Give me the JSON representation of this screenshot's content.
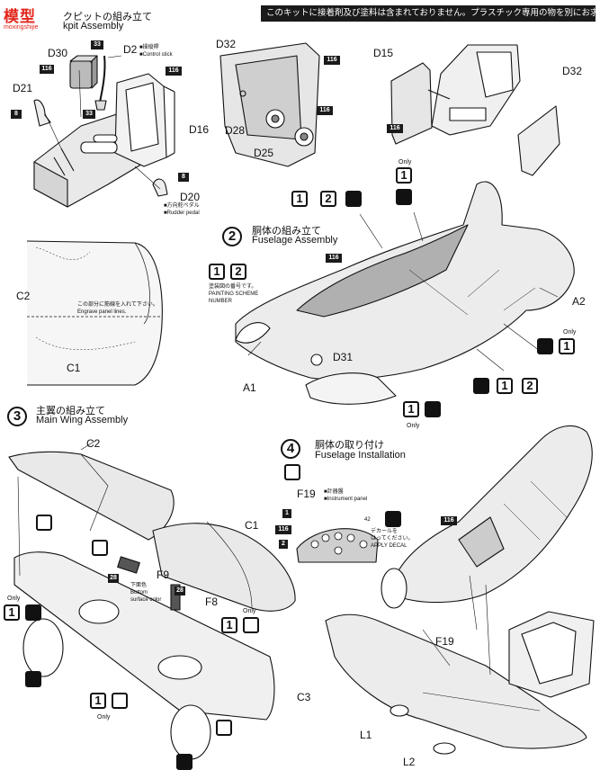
{
  "header": {
    "notice": "このキットに接着剤及び塗料は含まれておりません。プラスチック専用の物を別にお求め下さい。",
    "logo_text": "模型",
    "logo_sub": "moxingshijie"
  },
  "step1": {
    "title_jp": "クピットの組み立て",
    "title_en": "kpit Assembly",
    "labels": {
      "d30": "D30",
      "d2": "D2",
      "d21": "D21",
      "d16": "D16",
      "d20": "D20",
      "n33a": "33",
      "n33b": "33",
      "n8a": "8",
      "n8b": "8",
      "n116a": "116",
      "n116b": "116"
    },
    "notes": {
      "stick_jp": "■操縦桿",
      "stick_en": "■Control stick",
      "rudder_jp": "■方向舵ペダル",
      "rudder_en": "■Rudder pedal"
    }
  },
  "top_right": {
    "labels": {
      "d32a": "D32",
      "d28": "D28",
      "d25": "D25",
      "d15": "D15",
      "d32b": "D32",
      "n116a": "116",
      "n116b": "116",
      "n116c": "116"
    }
  },
  "step2": {
    "number": "2",
    "title_jp": "胴体の組み立て",
    "title_en": "Fuselage Assembly",
    "only": "Only",
    "labels": {
      "a2": "A2",
      "a1": "A1",
      "d31": "D31",
      "n116": "116"
    },
    "scheme_jp": "塗装図の番号です。",
    "scheme_en1": "PAINTING SCHEME",
    "scheme_en2": "NUMBER",
    "schemes": [
      "1",
      "2"
    ],
    "only2": "Only",
    "only3": "Only"
  },
  "panel_side": {
    "c2": "C2",
    "c1": "C1",
    "note_jp": "この部分に筋線を入れて下さい。",
    "note_en": "Engrave panel lines."
  },
  "step3": {
    "number": "3",
    "title_jp": "主翼の組み立て",
    "title_en": "Main Wing Assembly",
    "labels": {
      "c2": "C2",
      "c1": "C1",
      "f9": "F9",
      "f8": "F8",
      "c3": "C3",
      "n28a": "28",
      "n28b": "28"
    },
    "color_jp": "下面色",
    "color_en1": "Bottom",
    "color_en2": "surface color",
    "only_a": "Only",
    "only_b": "Only",
    "only_c": "Only"
  },
  "step4": {
    "number": "4",
    "title_jp": "胴体の取り付け",
    "title_en": "Fuselage Installation",
    "labels": {
      "f19a": "F19",
      "f19b": "F19",
      "l1": "L1",
      "l2": "L2",
      "n116": "116",
      "n1": "1",
      "n2": "2",
      "n116b": "116",
      "n42": "42"
    },
    "panel_jp": "■計器盤",
    "panel_en": "■Instrument panel",
    "decal_jp1": "デカールを",
    "decal_jp2": "はってください。",
    "decal_en": "APPLY DECAL"
  }
}
